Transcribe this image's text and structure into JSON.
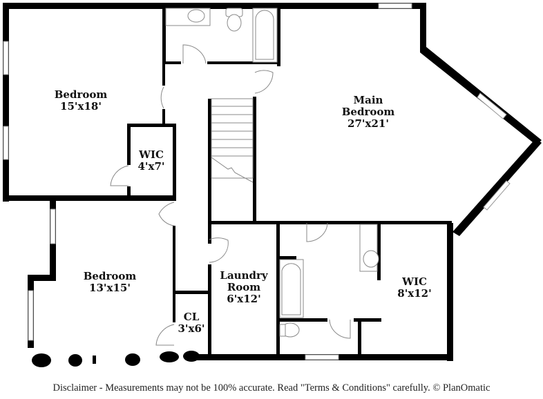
{
  "floor_plan": {
    "rooms": [
      {
        "id": "bedroom-1",
        "name": "Bedroom",
        "dimensions": "15'x18'"
      },
      {
        "id": "wic-1",
        "name": "WIC",
        "dimensions": "4'x7'"
      },
      {
        "id": "main-bedroom",
        "name": "Main Bedroom",
        "name_line1": "Main",
        "name_line2": "Bedroom",
        "dimensions": "27'x21'"
      },
      {
        "id": "bedroom-2",
        "name": "Bedroom",
        "dimensions": "13'x15'"
      },
      {
        "id": "laundry-room",
        "name": "Laundry Room",
        "name_line1": "Laundry",
        "name_line2": "Room",
        "dimensions": "6'x12'"
      },
      {
        "id": "closet",
        "name": "CL",
        "dimensions": "3'x6'"
      },
      {
        "id": "wic-2",
        "name": "WIC",
        "dimensions": "8'x12'"
      }
    ],
    "unlabeled_spaces": [
      "hall-bathroom",
      "main-bathroom",
      "stairs",
      "hallway"
    ],
    "colors": {
      "wall": "#000000",
      "background": "#ffffff",
      "fixture_stroke": "#8a8a8a"
    }
  },
  "footer": {
    "disclaimer": "Disclaimer - Measurements may not be 100% accurate. Read \"Terms & Conditions\" carefully. © PlanOmatic"
  }
}
